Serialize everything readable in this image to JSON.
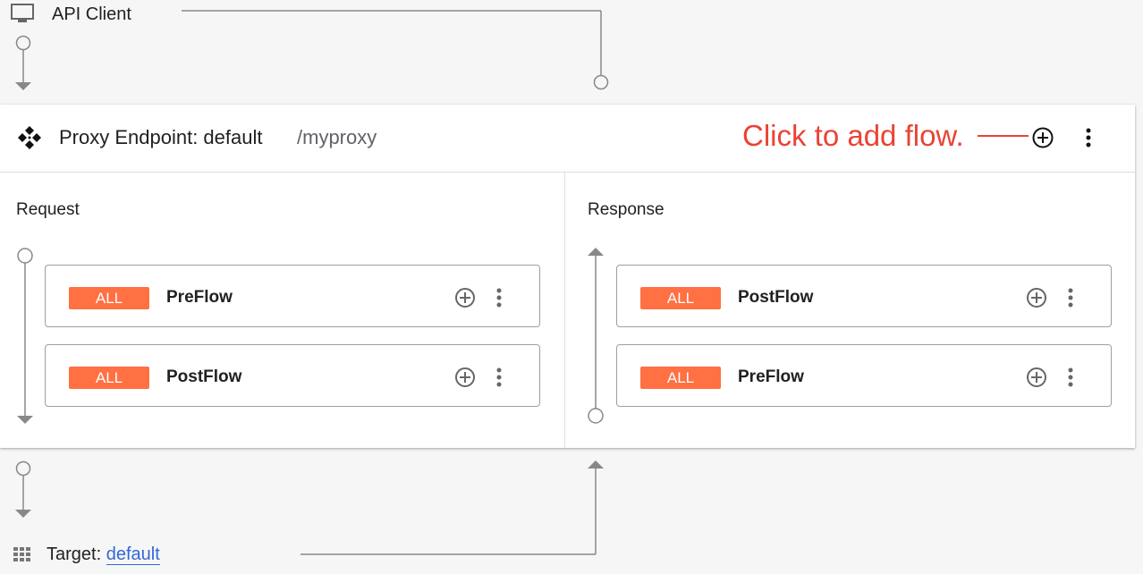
{
  "client": {
    "label": "API Client",
    "icon": "monitor-icon"
  },
  "endpoint": {
    "title": "Proxy Endpoint: default",
    "path": "/myproxy",
    "icon": "endpoint-icon",
    "annotation": "Click to add flow.",
    "annotation_color": "#ea4335"
  },
  "request": {
    "label": "Request",
    "flows": [
      {
        "badge": "ALL",
        "name": "PreFlow"
      },
      {
        "badge": "ALL",
        "name": "PostFlow"
      }
    ]
  },
  "response": {
    "label": "Response",
    "flows": [
      {
        "badge": "ALL",
        "name": "PostFlow"
      },
      {
        "badge": "ALL",
        "name": "PreFlow"
      }
    ]
  },
  "target": {
    "prefix": "Target:",
    "link": "default",
    "icon": "grid-icon"
  },
  "colors": {
    "badge": "#ff7043",
    "link": "#3367d6"
  }
}
